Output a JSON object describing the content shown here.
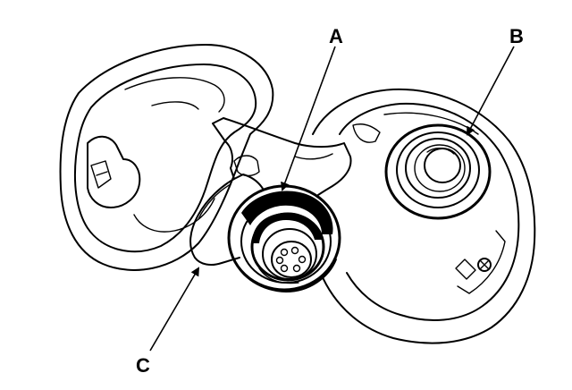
{
  "callouts": [
    {
      "id": "A",
      "label": "A"
    },
    {
      "id": "B",
      "label": "B"
    },
    {
      "id": "C",
      "label": "C"
    }
  ],
  "colors": {
    "line": "#000000",
    "background": "#ffffff"
  }
}
